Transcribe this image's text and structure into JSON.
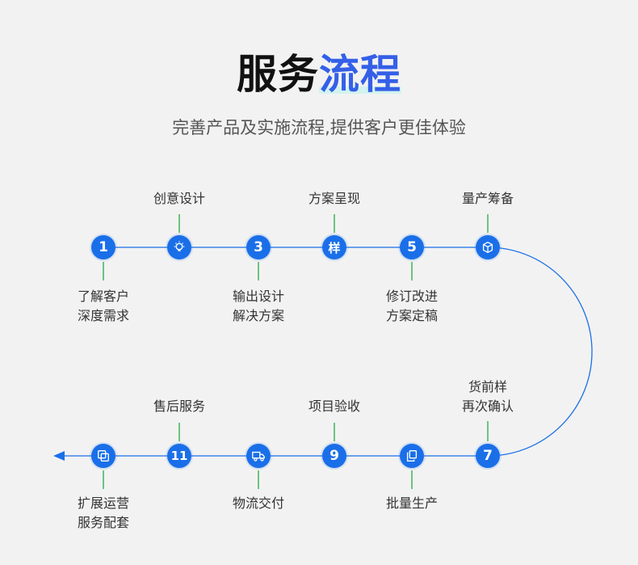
{
  "header": {
    "title_main": "服务",
    "title_highlight": "流程",
    "subtitle": "完善产品及实施流程,提供客户更佳体验"
  },
  "steps": {
    "s1": {
      "badge": "1",
      "line1": "了解客户",
      "line2": "深度需求"
    },
    "s2": {
      "icon": "lightbulb-icon",
      "line1": "创意设计"
    },
    "s3": {
      "badge": "3",
      "line1": "输出设计",
      "line2": "解决方案"
    },
    "s4": {
      "badge": "样",
      "line1": "方案呈现"
    },
    "s5": {
      "badge": "5",
      "line1": "修订改进",
      "line2": "方案定稿"
    },
    "s6": {
      "icon": "box-icon",
      "line1": "量产筹备"
    },
    "s7": {
      "badge": "7",
      "line1": "货前样",
      "line2": "再次确认"
    },
    "s8": {
      "icon": "copy-icon",
      "line1": "批量生产"
    },
    "s9": {
      "badge": "9",
      "line1": "项目验收"
    },
    "s10": {
      "icon": "truck-icon",
      "line1": "物流交付"
    },
    "s11": {
      "badge": "11",
      "line1": "售后服务"
    },
    "s12": {
      "icon": "layers-icon",
      "line1": "扩展运营",
      "line2": "服务配套"
    }
  },
  "colors": {
    "accent": "#1a6fe8",
    "title_highlight": "#3460e8",
    "connector": "#22aa44",
    "background": "#f2f2f2"
  }
}
